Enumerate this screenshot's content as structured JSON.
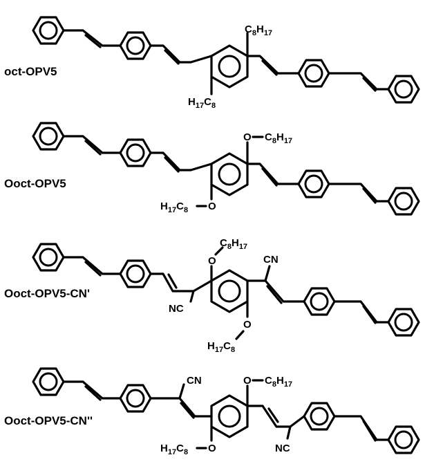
{
  "molecules": [
    {
      "name": "oct-OPV5",
      "top_substituent": {
        "base": "C",
        "sub1": "8",
        "mid": "H",
        "sub2": "17"
      },
      "bottom_substituent": {
        "base": "H",
        "sub1": "17",
        "mid": "C",
        "sub2": "8"
      }
    },
    {
      "name": "Ooct-OPV5",
      "top_atom": "O",
      "top_substituent": {
        "base": "C",
        "sub1": "8",
        "mid": "H",
        "sub2": "17"
      },
      "bottom_atom": "O",
      "bottom_substituent": {
        "base": "H",
        "sub1": "17",
        "mid": "C",
        "sub2": "8"
      }
    },
    {
      "name": "Ooct-OPV5-CN'",
      "top_atom": "O",
      "top_substituent": {
        "base": "C",
        "sub1": "8",
        "mid": "H",
        "sub2": "17"
      },
      "bottom_atom": "O",
      "bottom_substituent": {
        "base": "H",
        "sub1": "17",
        "mid": "C",
        "sub2": "8"
      },
      "cyano_left": "NC",
      "cyano_right": "CN"
    },
    {
      "name": "Ooct-OPV5-CN''",
      "top_atom": "O",
      "top_substituent": {
        "base": "C",
        "sub1": "8",
        "mid": "H",
        "sub2": "17"
      },
      "bottom_atom": "O",
      "bottom_substituent": {
        "base": "H",
        "sub1": "17",
        "mid": "C",
        "sub2": "8"
      },
      "cyano_left": "CN",
      "cyano_right": "NC"
    }
  ]
}
